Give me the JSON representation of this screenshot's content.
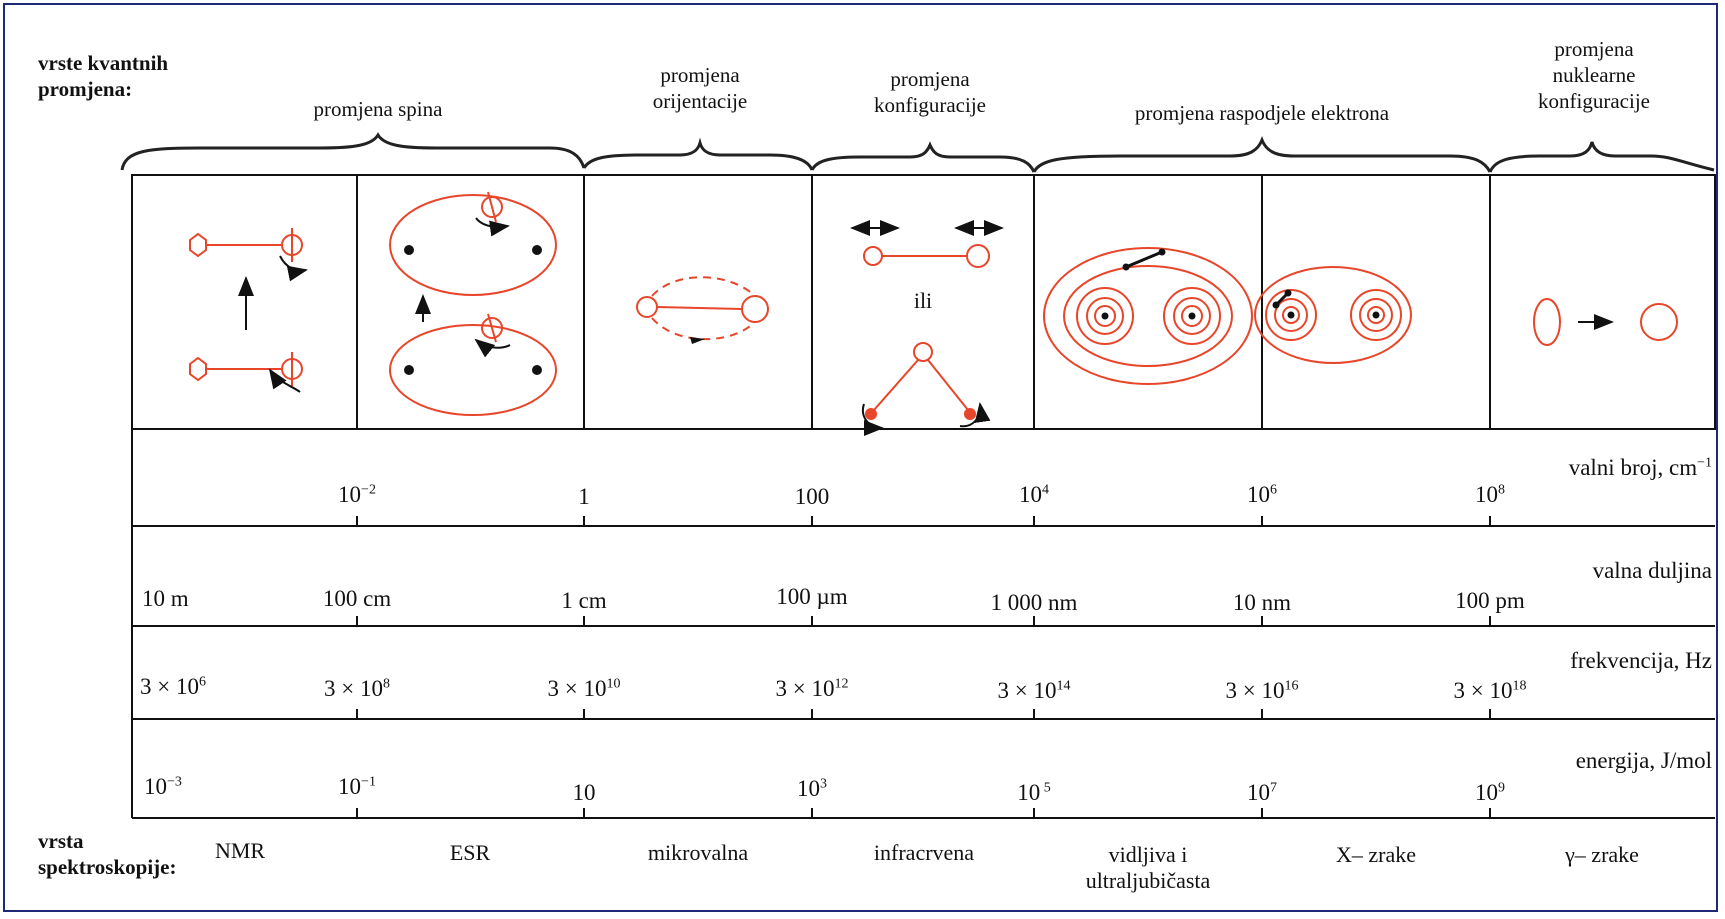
{
  "header": {
    "row_label_line1": "vrste kvantnih",
    "row_label_line2": "promjena:",
    "change_types": [
      {
        "lines": [
          "promjena spina"
        ]
      },
      {
        "lines": [
          "promjena",
          "orijentacije"
        ]
      },
      {
        "lines": [
          "promjena",
          "konfiguracije"
        ]
      },
      {
        "lines": [
          "promjena raspodjele elektrona"
        ]
      },
      {
        "lines": [
          "promjena",
          "nuklearne",
          "konfiguracije"
        ]
      }
    ]
  },
  "diagram": {
    "ili_label": "ili",
    "line_color": "#e8462a",
    "frame_color": "#1e2a78"
  },
  "scales": {
    "wavenumber": {
      "unit_label": "valni broj, cm",
      "unit_sup": "−1",
      "ticks": [
        {
          "base": "10",
          "sup": "−2"
        },
        {
          "base": "1",
          "sup": ""
        },
        {
          "base": "100",
          "sup": ""
        },
        {
          "base": "10",
          "sup": "4"
        },
        {
          "base": "10",
          "sup": "6"
        },
        {
          "base": "10",
          "sup": "8"
        }
      ]
    },
    "wavelength": {
      "unit_label": "valna duljina",
      "ticks": [
        "10 m",
        "100 cm",
        "1 cm",
        "100 µm",
        "1 000 nm",
        "10 nm",
        "100 pm"
      ]
    },
    "frequency": {
      "unit_label": "frekvencija, Hz",
      "ticks": [
        {
          "base": "3 × 10",
          "sup": "6"
        },
        {
          "base": "3 × 10",
          "sup": "8"
        },
        {
          "base": "3 × 10",
          "sup": "10"
        },
        {
          "base": "3 × 10",
          "sup": "12"
        },
        {
          "base": "3 × 10",
          "sup": "14"
        },
        {
          "base": "3 × 10",
          "sup": "16"
        },
        {
          "base": "3 × 10",
          "sup": "18"
        }
      ]
    },
    "energy": {
      "unit_label": "energija, J/mol",
      "ticks": [
        {
          "base": "10",
          "sup": "−3"
        },
        {
          "base": "10",
          "sup": "−1"
        },
        {
          "base": "10",
          "sup": ""
        },
        {
          "base": "10",
          "sup": "3"
        },
        {
          "base": "10",
          "sup": " 5"
        },
        {
          "base": "10",
          "sup": "7"
        },
        {
          "base": "10",
          "sup": "9"
        }
      ]
    }
  },
  "footer": {
    "row_label_line1": "vrsta",
    "row_label_line2": "spektroskopije:",
    "types": [
      {
        "lines": [
          "NMR"
        ]
      },
      {
        "lines": [
          "ESR"
        ]
      },
      {
        "lines": [
          "mikrovalna"
        ]
      },
      {
        "lines": [
          "infracrvena"
        ]
      },
      {
        "lines": [
          "vidljiva i",
          "ultraljubičasta"
        ]
      },
      {
        "lines": [
          "X– zrake"
        ]
      },
      {
        "lines": [
          "γ– zrake"
        ]
      }
    ]
  }
}
